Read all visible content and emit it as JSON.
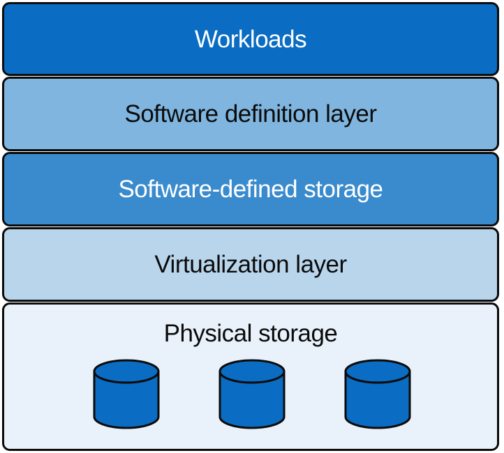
{
  "layers": [
    {
      "label": "Workloads",
      "fill": "#0a6cc2",
      "text_color": "#ffffff"
    },
    {
      "label": "Software definition layer",
      "fill": "#7fb5df",
      "text_color": "#0b0b0b"
    },
    {
      "label": "Software-defined storage",
      "fill": "#3a8bcd",
      "text_color": "#ffffff"
    },
    {
      "label": "Virtualization layer",
      "fill": "#b9d5ec",
      "text_color": "#0b0b0b"
    },
    {
      "label": "Physical storage",
      "fill": "#e9f2fa",
      "text_color": "#0b0b0b"
    }
  ],
  "disk_icons": [
    {
      "name": "disk-icon-1",
      "fill": "#0a6cc2"
    },
    {
      "name": "disk-icon-2",
      "fill": "#0a6cc2"
    },
    {
      "name": "disk-icon-3",
      "fill": "#0a6cc2"
    }
  ],
  "colors": {
    "outline": "#0b0b0b"
  }
}
